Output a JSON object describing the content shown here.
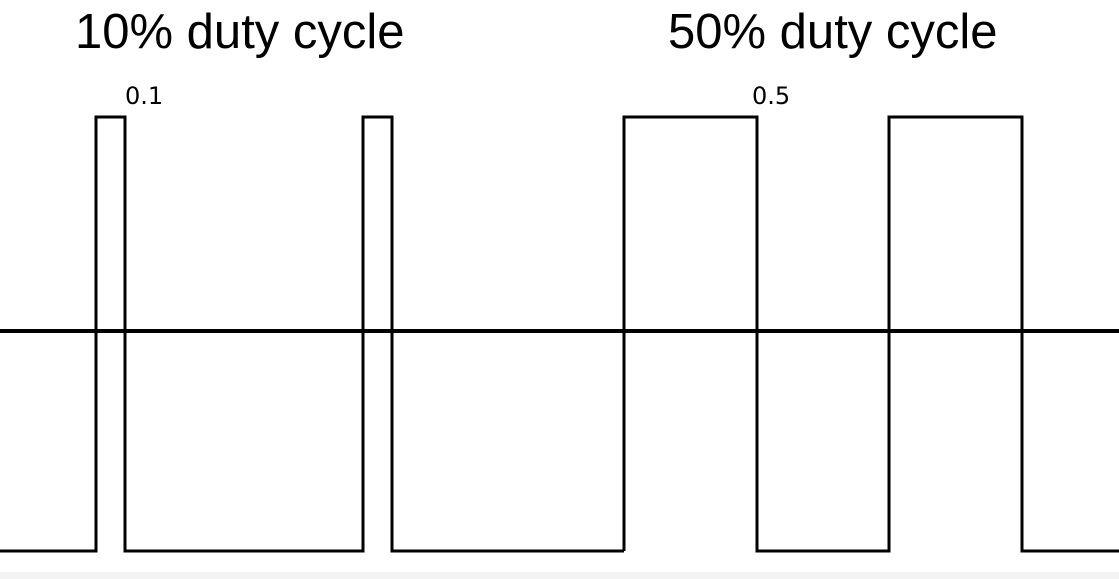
{
  "titles": {
    "left": "10% duty cycle",
    "right": "50% duty cycle"
  },
  "labels": {
    "left_value": "0.1",
    "right_value": "0.5"
  },
  "waveforms": {
    "left": {
      "duty_cycle": 0.1,
      "pulses": 2
    },
    "right": {
      "duty_cycle": 0.5,
      "pulses": 2
    }
  },
  "colors": {
    "line": "#000000",
    "background": "#ffffff"
  }
}
